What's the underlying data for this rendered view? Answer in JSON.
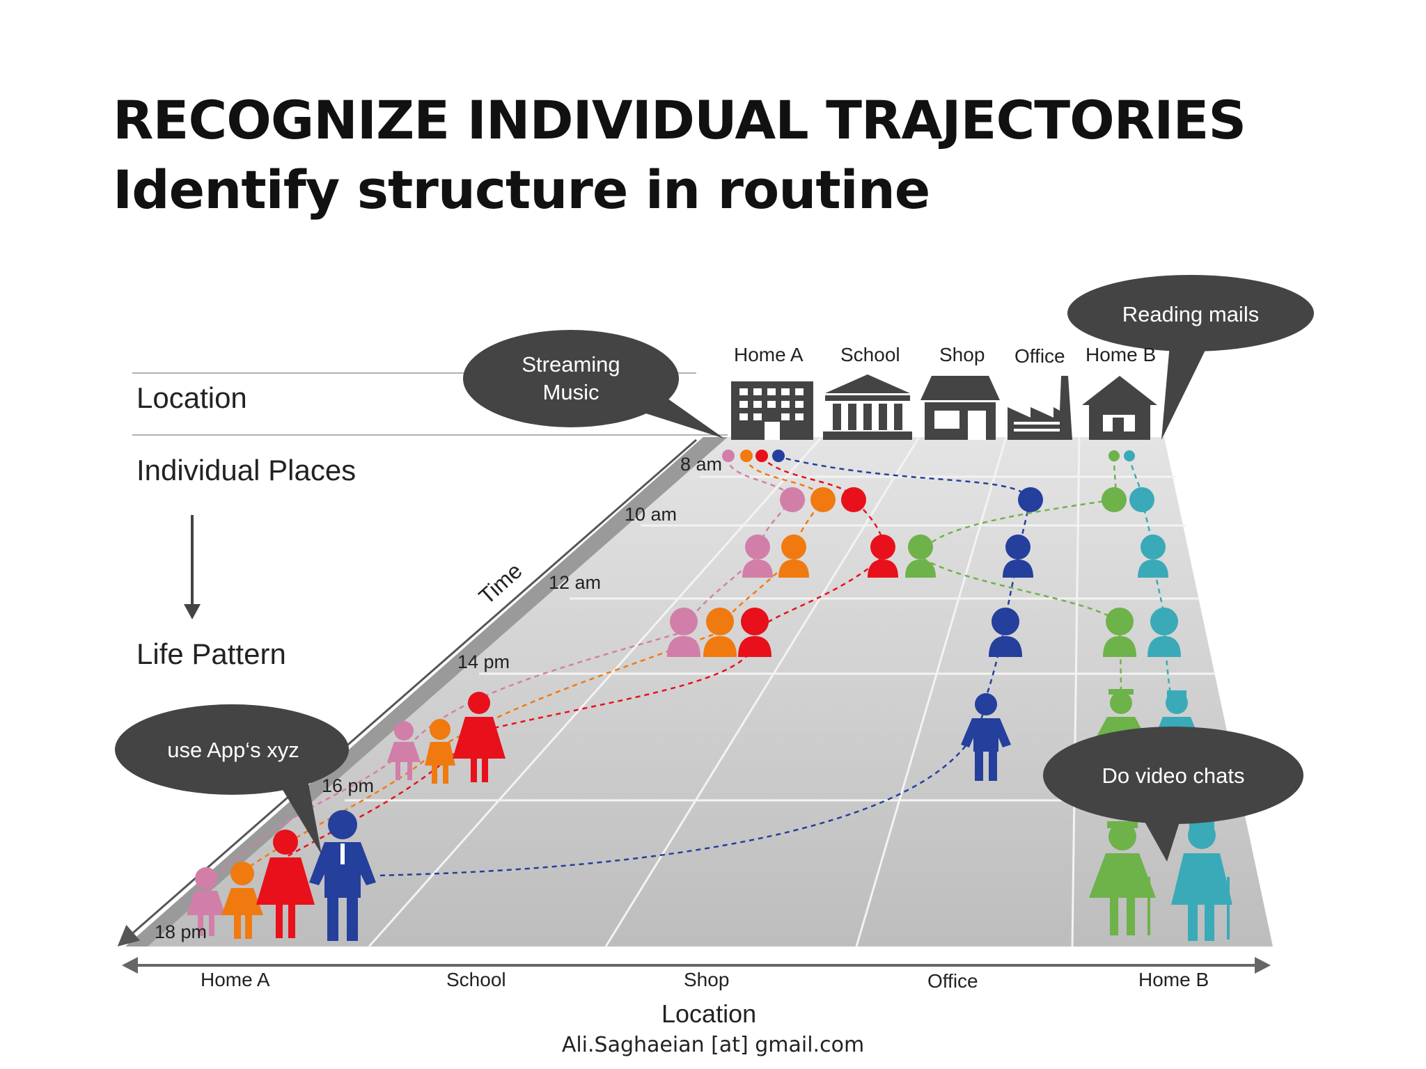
{
  "title": "RECOGNIZE INDIVIDUAL TRAJECTORIES",
  "subtitle": "Identify structure in routine",
  "side_labels": {
    "location": "Location",
    "individual_places": "Individual Places",
    "life_pattern": "Life Pattern"
  },
  "bubbles": {
    "streaming": "Streaming\nMusic",
    "reading": "Reading mails",
    "apps": "use App‘s xyz",
    "video": "Do video chats"
  },
  "top_places": [
    "Home A",
    "School",
    "Shop",
    "Office",
    "Home B"
  ],
  "time_axis_label": "Time",
  "times": [
    "8 am",
    "10 am",
    "12 am",
    "14 pm",
    "16 pm",
    "18 pm"
  ],
  "bottom_places": [
    "Home A",
    "School",
    "Shop",
    "Office",
    "Home B"
  ],
  "location_axis_label": "Location",
  "footer": "Ali.Saghaeian [at] gmail.com",
  "colors": {
    "pink": "#d17fa8",
    "orange": "#f07a10",
    "red": "#e8101a",
    "blue": "#243f9c",
    "green": "#6eb24a",
    "teal": "#3aaab8",
    "bubble": "#444444",
    "plane": "#cfcfcf"
  }
}
